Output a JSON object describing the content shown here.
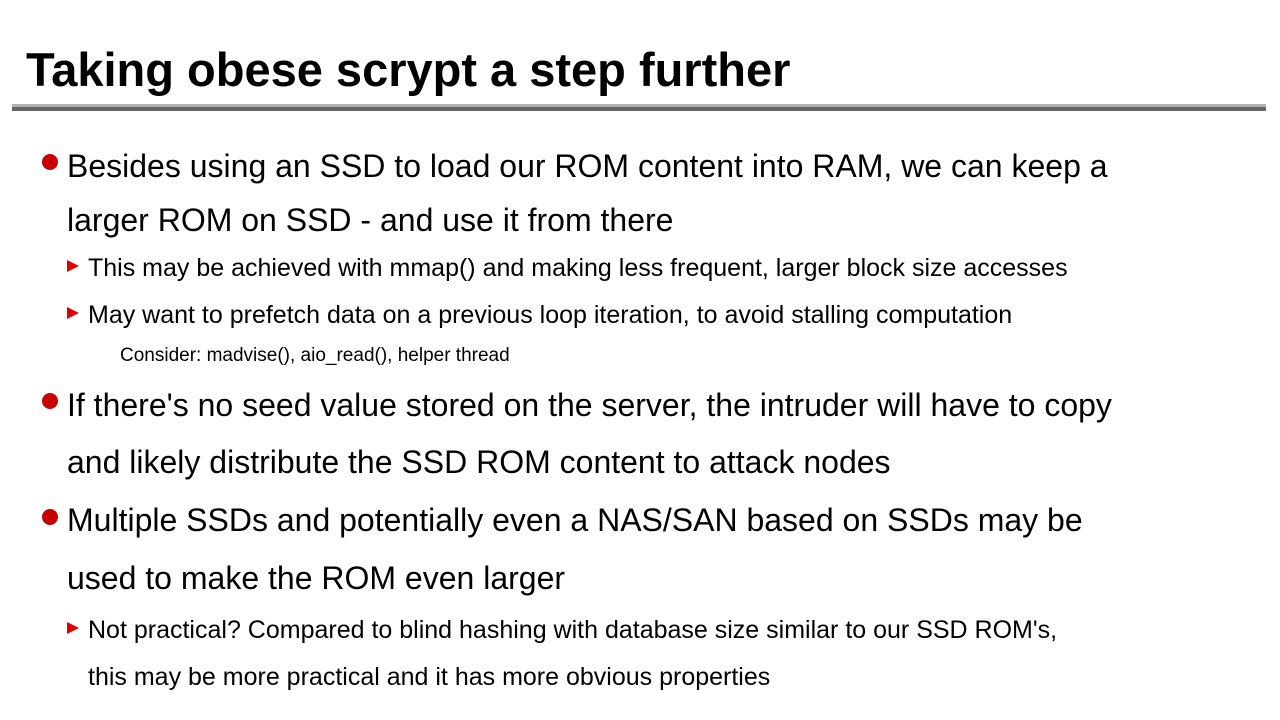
{
  "title": "Taking obese scrypt a step further",
  "colors": {
    "bullet": "#c80000",
    "sub_bullet": "#e00000"
  },
  "bullets": [
    {
      "lines": [
        "Besides using an SSD to load our ROM content into RAM, we can keep a",
        "larger ROM on SSD - and use it from there"
      ],
      "sub": [
        {
          "lines": [
            "This may be achieved with mmap() and making less frequent, larger block size accesses"
          ]
        },
        {
          "lines": [
            "May want to prefetch data on a previous loop iteration, to avoid stalling computation"
          ],
          "sub": [
            "Consider: madvise(), aio_read(), helper thread"
          ]
        }
      ]
    },
    {
      "lines": [
        "If there's no seed value stored on the server, the intruder will have to copy",
        "and likely distribute the SSD ROM content to attack nodes"
      ]
    },
    {
      "lines": [
        "Multiple SSDs and potentially even a NAS/SAN based on SSDs may be",
        "used to make the ROM even larger"
      ],
      "sub": [
        {
          "lines": [
            "Not practical?  Compared to blind hashing with database size similar to our SSD ROM's,",
            "this may be more practical and it has more obvious properties"
          ]
        }
      ]
    }
  ]
}
